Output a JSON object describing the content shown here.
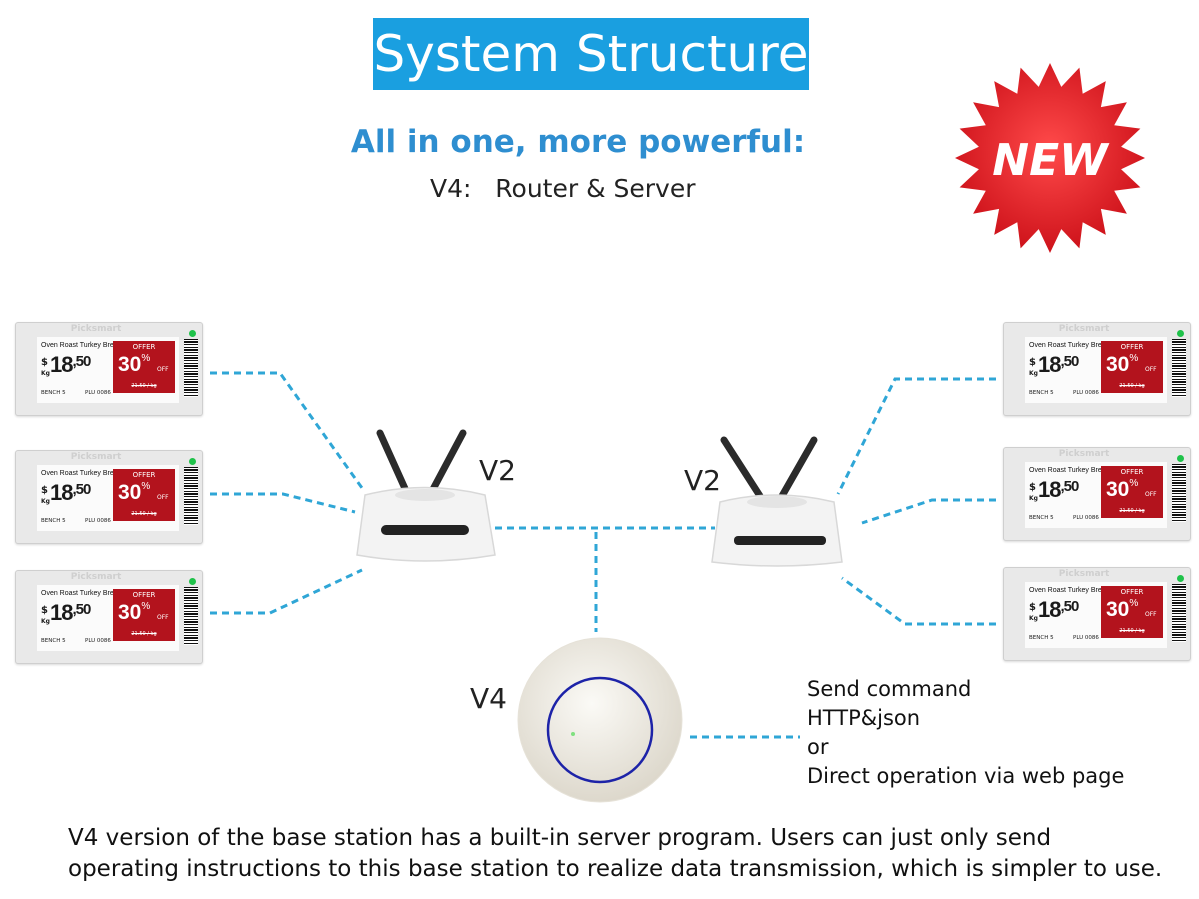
{
  "title": "System Structure",
  "subtitle": "All in one, more powerful:",
  "version_line": "V4:   Router & Server",
  "new_badge": "NEW",
  "labels": {
    "router_left": "V2",
    "router_right": "V2",
    "base_station": "V4"
  },
  "tag": {
    "brand": "Picksmart",
    "product": "Oven Roast Turkey Breast",
    "currency": "$",
    "unit": "Kg",
    "price_main": "18",
    "price_cents": ",50",
    "offer_label": "OFFER",
    "offer_pct": "30",
    "pct_sign": "%",
    "off": "OFF",
    "old_price": "21.50 / kg",
    "bench": "BENCH 5",
    "plu": "PLU 0086"
  },
  "send_block": [
    "Send command",
    "HTTP&json",
    "or",
    "Direct operation via web page"
  ],
  "footer": [
    "V4 version of the base station has a built-in server program. Users can just only send",
    "operating instructions to this base station to realize data transmission, which is simpler to use."
  ],
  "colors": {
    "accent": "#1a9fe0",
    "subtitle": "#2e8ed0",
    "connector": "#2fa6d6",
    "badge": "#e0141e",
    "offer": "#b3131d",
    "led": "#1fc24a"
  }
}
